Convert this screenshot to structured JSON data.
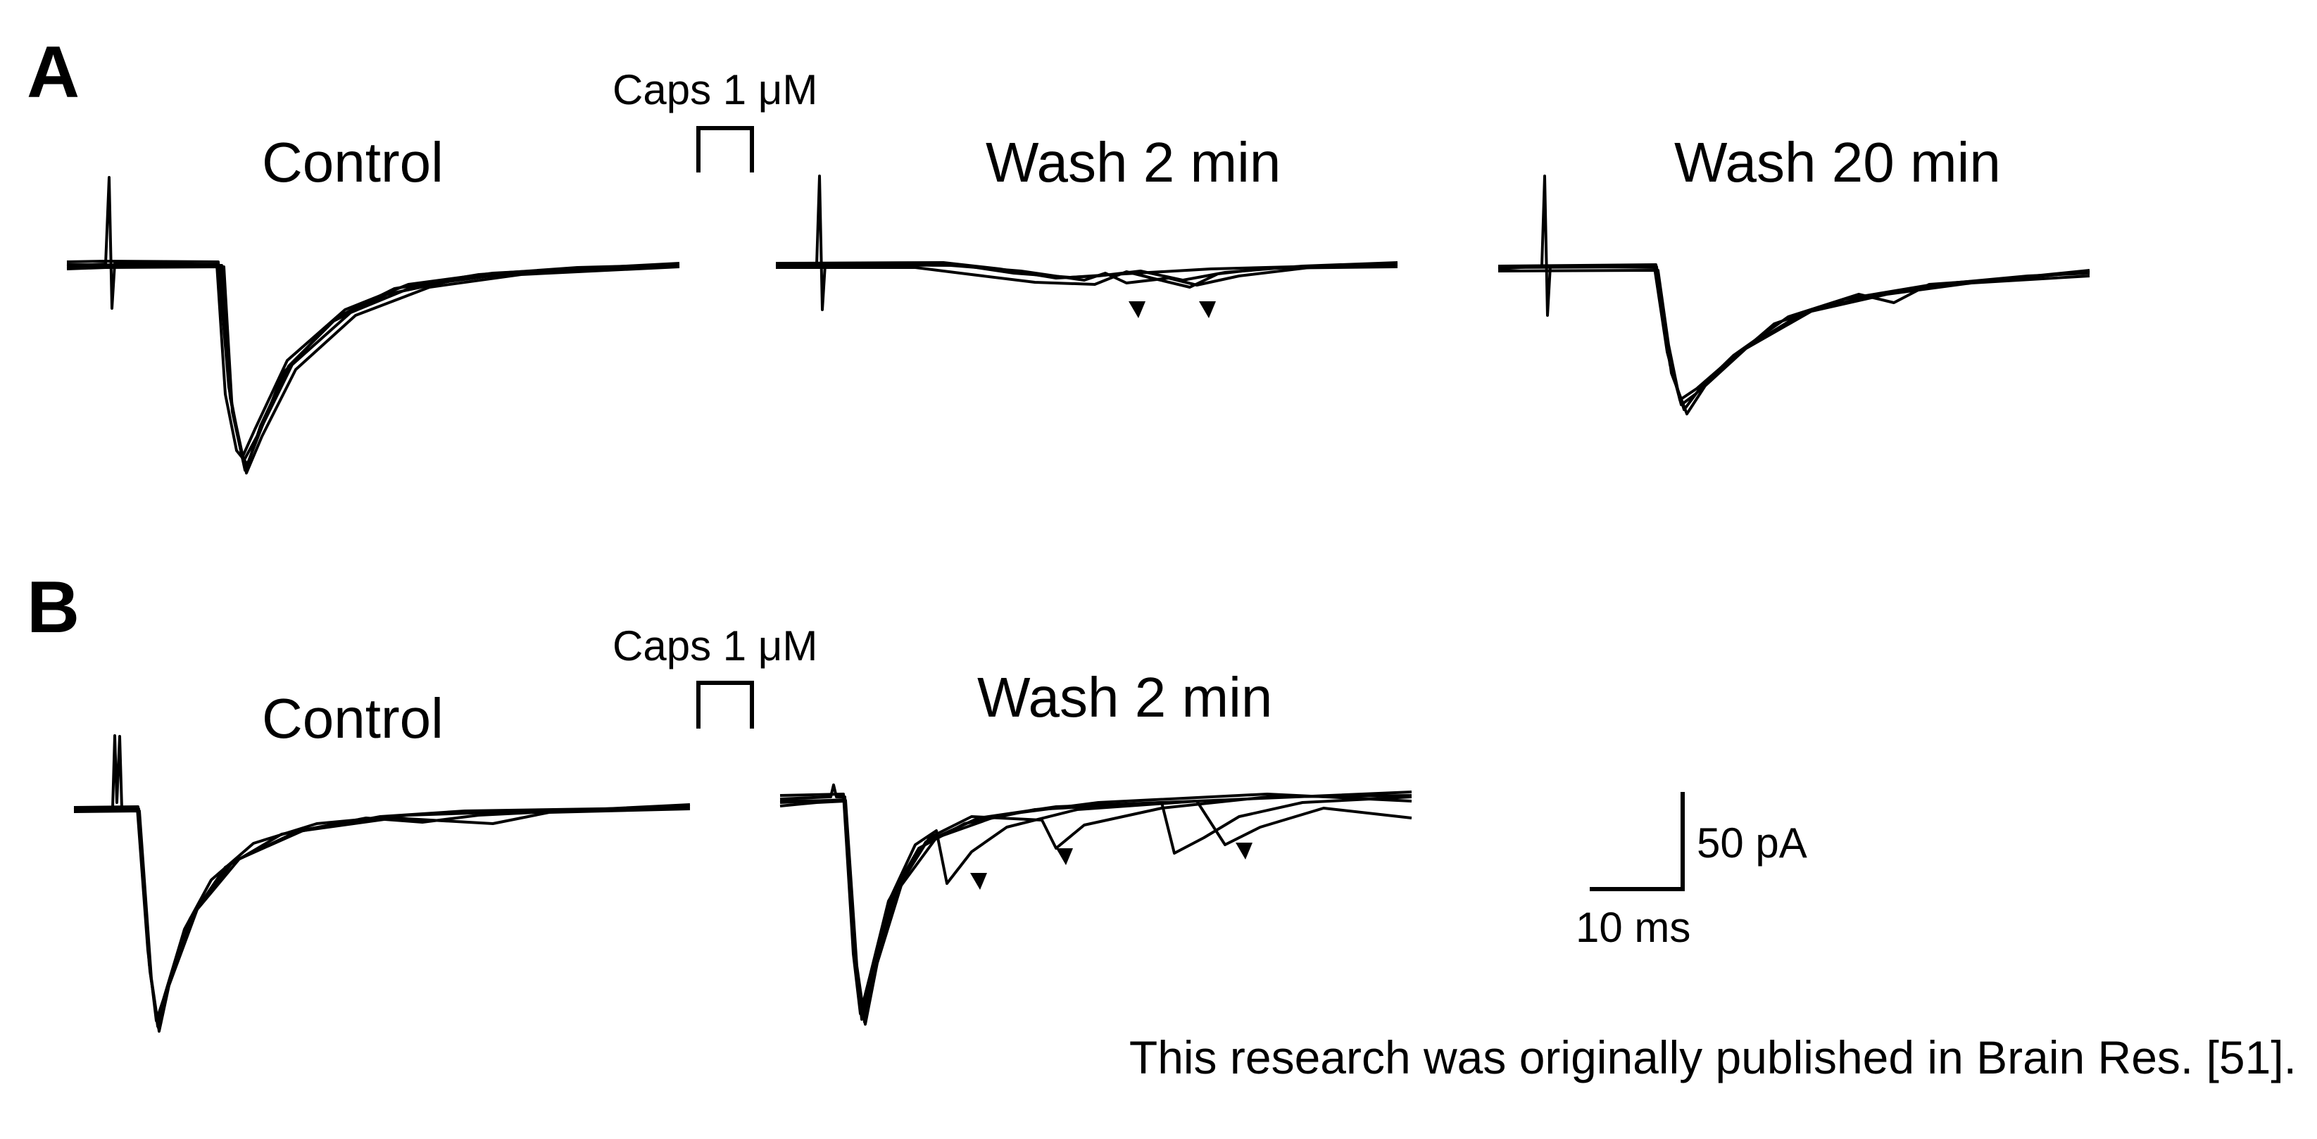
{
  "figure": {
    "panels": [
      {
        "label": "A",
        "drug_label": "Caps 1 μM",
        "conditions": [
          "Control",
          "Wash 2 min",
          "Wash 20 min"
        ]
      },
      {
        "label": "B",
        "drug_label": "Caps 1 μM",
        "conditions": [
          "Control",
          "Wash 2 min"
        ]
      }
    ],
    "scale_bar": {
      "current": "50 pA",
      "time": "10 ms"
    },
    "credit": "This research was originally published in Brain Res. [51]."
  },
  "colors": {
    "ink": "#000000",
    "background": "#ffffff"
  },
  "markers": {
    "type": "arrowhead",
    "count": 5
  }
}
